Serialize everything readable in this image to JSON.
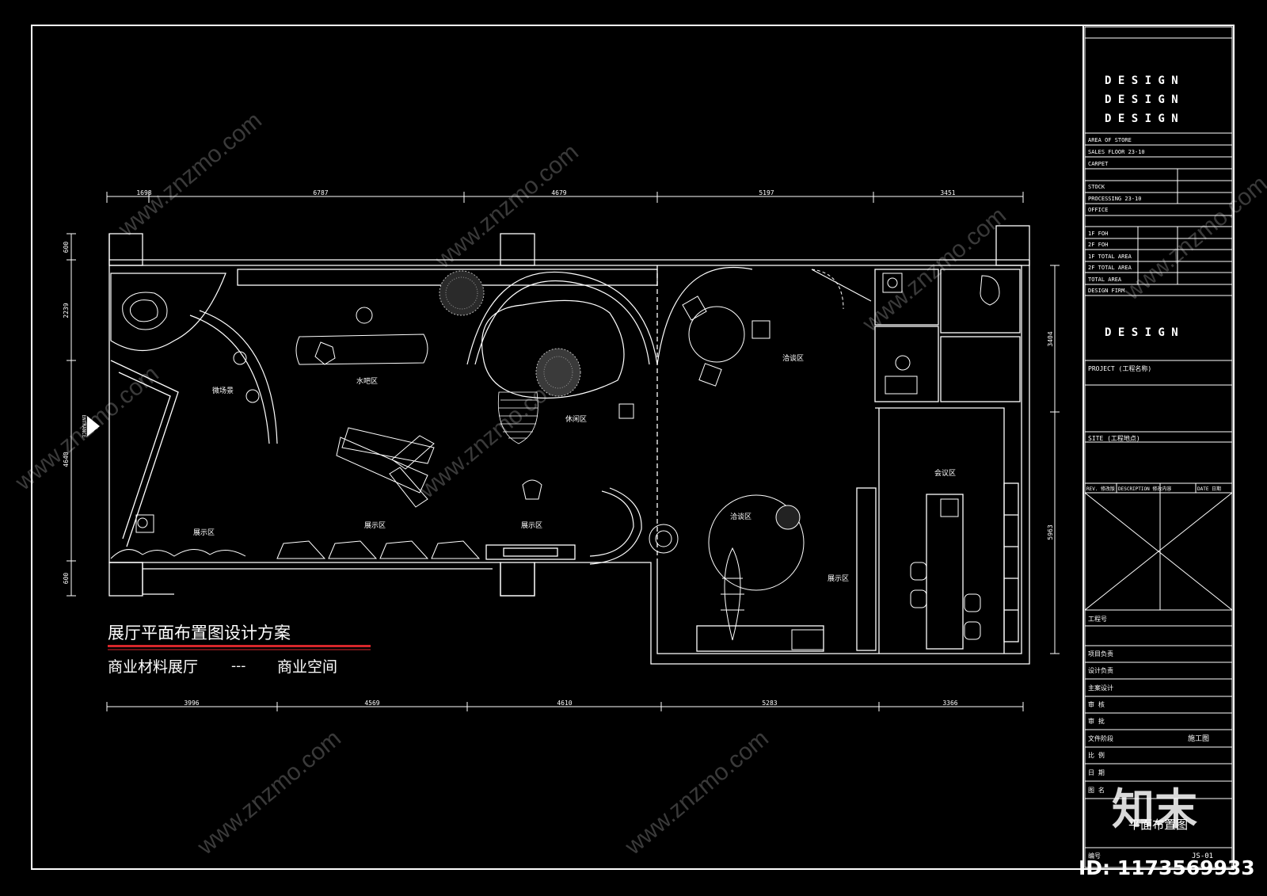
{
  "drawing": {
    "title": "展厅平面布置图设计方案",
    "subtitle_left": "商业材料展厅",
    "subtitle_sep": "---",
    "subtitle_right": "商业空间",
    "entrance": "ENTRANCE"
  },
  "dimensions": {
    "top": [
      "1698",
      "6787",
      "4679",
      "5197",
      "3451"
    ],
    "bottom": [
      "3996",
      "4569",
      "4610",
      "5283",
      "3366"
    ],
    "left": [
      "600",
      "2239",
      "4640",
      "600"
    ],
    "right": [
      "3404",
      "5963"
    ]
  },
  "rooms": {
    "micro_theater": "微场景",
    "water_bar": "水吧区",
    "lounge": "休闲区",
    "negotiation_1": "洽谈区",
    "negotiation_2": "洽谈区",
    "meeting": "会议区",
    "display_1": "展示区",
    "display_2": "展示区",
    "display_3": "展示区",
    "display_4": "展示区"
  },
  "title_block": {
    "design_1": "D E S I G N",
    "design_2": "D E S I G N",
    "design_3": "D E S I G N",
    "area_of_store": "AREA OF STORE",
    "sales_floor": "SALES FLOOR 23-10",
    "carpet": "CARPET",
    "stock": "STOCK",
    "processing": "PROCESSING 23-10",
    "office": "OFFICE",
    "f1": "1F FOH",
    "f2": "2F FOH",
    "f1_total": "1F TOTAL AREA",
    "f2_total": "2F TOTAL AREA",
    "total_area": "TOTAL AREA",
    "design_firm": "DESIGN FIRM",
    "design_4": "D E S I G N",
    "project": "PROJECT (工程名称)",
    "site": "SITE (工程地点)",
    "rev": "REV. 修改版",
    "description": "DESCRIPTION 修改内容",
    "date": "DATE 日期",
    "drawing_no": "工程号",
    "project_manager": "项目负责",
    "design_manager": "设计负责",
    "chief_designer": "主案设计",
    "audit": "审 核",
    "approve": "审 批",
    "file_stage": "文件阶段",
    "construction": "施工图",
    "scale": "比 例",
    "date_field": "日 期",
    "sheet_name": "图 名",
    "sheet_title": "平面布置图",
    "number_label": "编号",
    "sheet_number": "JS-01"
  },
  "stamp": {
    "logo": "知末",
    "id": "ID: 1173569933"
  },
  "watermarks": [
    "www.znzmo.com",
    "www.znzmo.com",
    "www.znzmo.com",
    "www.znzmo.com",
    "www.znzmo.com",
    "www.znzmo.com",
    "www.znzmo.com",
    "www.znzmo.com"
  ]
}
